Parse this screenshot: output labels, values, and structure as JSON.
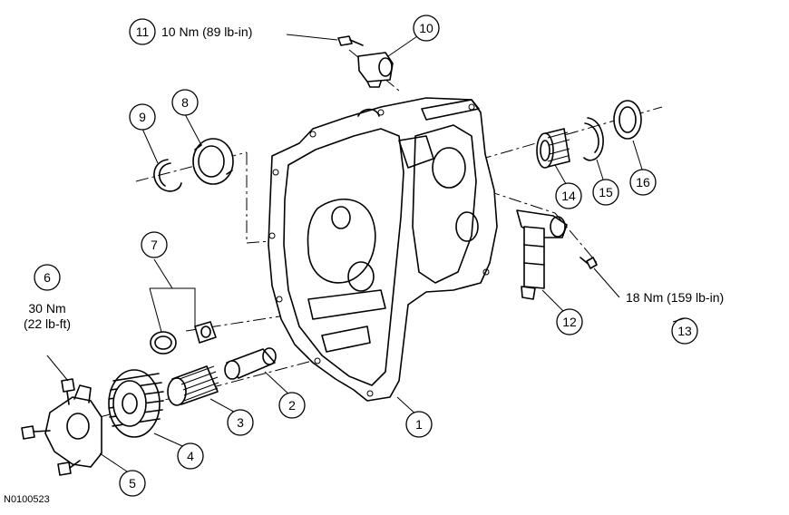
{
  "callouts": [
    "1",
    "2",
    "3",
    "4",
    "5",
    "6",
    "7",
    "8",
    "9",
    "10",
    "11",
    "12",
    "13",
    "14",
    "15",
    "16"
  ],
  "torque_specs": {
    "bolt_11": "10 Nm (89 lb-in)",
    "bolt_6_line1": "30 Nm",
    "bolt_6_line2": "(22 lb-ft)",
    "bolt_13": "18 Nm (159 lb-in)"
  },
  "figure_id": "N0100523"
}
